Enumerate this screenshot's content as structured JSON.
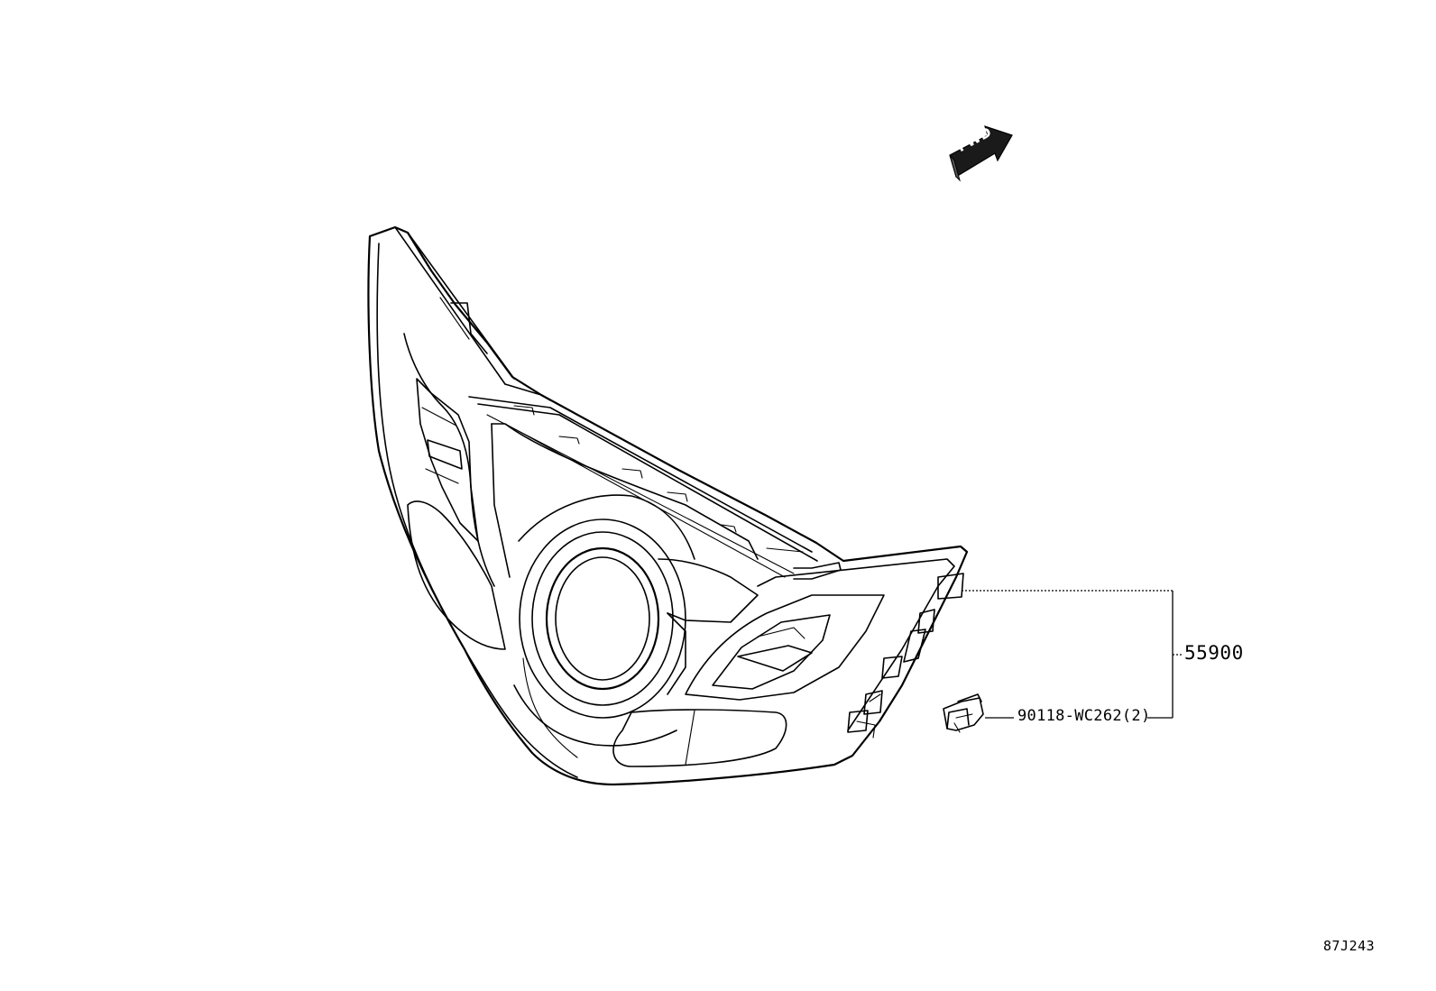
{
  "diagram": {
    "fwd_label": "FWD",
    "parts": [
      {
        "number": "55900"
      },
      {
        "number": "90118-WC262(2)"
      }
    ],
    "diagram_code": "87J243",
    "colors": {
      "line": "#000000",
      "background": "#ffffff"
    }
  }
}
